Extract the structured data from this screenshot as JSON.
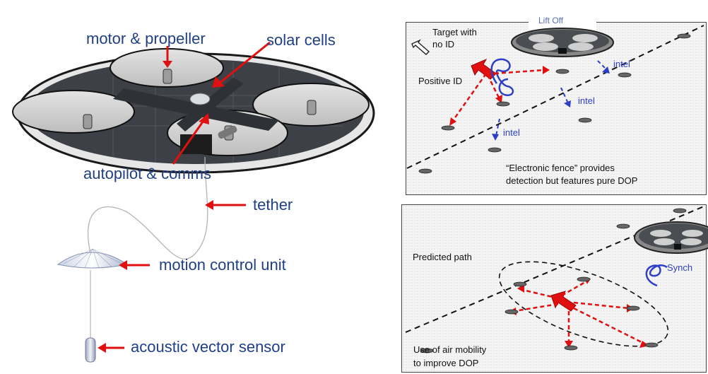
{
  "left_diagram": {
    "labels": {
      "motor": "motor & propeller",
      "solar": "solar cells",
      "autopilot": "autopilot & comms",
      "tether": "tether",
      "motion_control": "motion control unit",
      "acoustic_sensor": "acoustic vector sensor"
    }
  },
  "top_panel": {
    "tab": "Lift Off",
    "target_label_line1": "Target with",
    "target_label_line2": "no ID",
    "positive_id": "Positive ID",
    "intel_1": "intel",
    "intel_2": "intel",
    "intel_3": "intel",
    "caption_line1": "“Electronic fence” provides",
    "caption_line2": "detection but features pure DOP"
  },
  "bottom_panel": {
    "predicted_path": "Predicted path",
    "synch": "Synch",
    "caption_line1": "Use of air mobility",
    "caption_line2": "to improve DOP"
  },
  "colors": {
    "label_blue": "#1f3f86",
    "arrow_red": "#e01010",
    "intel_blue": "#2d3fc6"
  }
}
